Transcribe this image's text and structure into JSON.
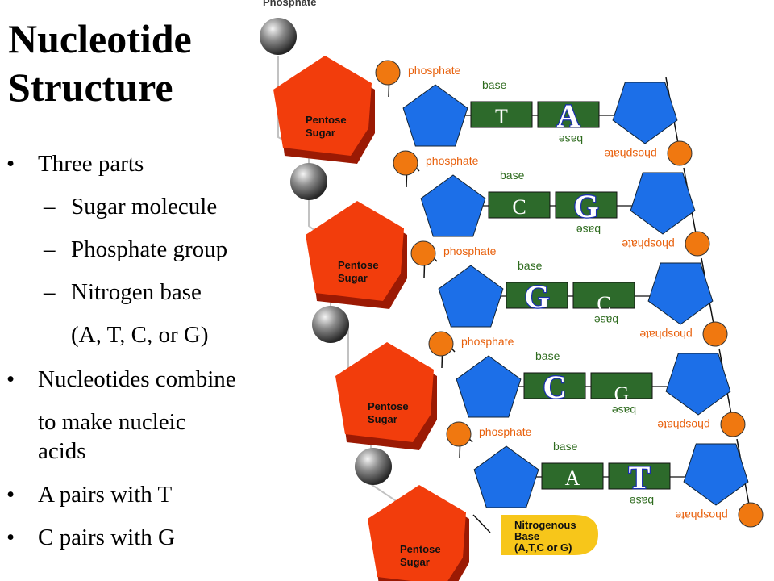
{
  "slide": {
    "title_lines": [
      "Nucleotide",
      "Structure"
    ],
    "bullets": [
      {
        "level": 1,
        "marker": "•",
        "text": "Three parts"
      },
      {
        "level": 2,
        "marker": "–",
        "text": "Sugar molecule"
      },
      {
        "level": 2,
        "marker": "–",
        "text": "Phosphate group"
      },
      {
        "level": 2,
        "marker": "–",
        "text": "Nitrogen base"
      },
      {
        "level": 3,
        "marker": "",
        "text": "(A, T, C, or G)"
      },
      {
        "level": 1,
        "marker": "•",
        "text": "Nucleotides combine"
      },
      {
        "level": 4,
        "marker": "",
        "text": "to make nucleic"
      },
      {
        "level": 4,
        "marker": "",
        "text": "acids"
      },
      {
        "level": 1,
        "marker": "•",
        "text": "A pairs with T"
      },
      {
        "level": 1,
        "marker": "•",
        "text": "C pairs with G"
      }
    ]
  },
  "diagram": {
    "top_label": "Phosphate",
    "phosphate_label": "phosphate",
    "base_label": "base",
    "sugar_label_lines": [
      "Pentose",
      "Sugar"
    ],
    "nitrogenous_base_label_lines": [
      "Nitrogenous",
      "Base",
      "(A,T,C or G)"
    ],
    "rungs": [
      {
        "left_letter": "T",
        "right_letter": "A"
      },
      {
        "left_letter": "C",
        "right_letter": "G"
      },
      {
        "left_letter": "G",
        "right_letter": "C"
      },
      {
        "left_letter": "C",
        "right_letter": "G"
      },
      {
        "left_letter": "A",
        "right_letter": "T"
      }
    ],
    "colors": {
      "sugar_red": "#f23d0c",
      "sugar_dark": "#9b1a04",
      "pentagon_blue": "#1c6fe8",
      "phosphate_orange": "#f07810",
      "base_green": "#2d6a2b",
      "letter_outline": "#1a2fb0",
      "nitro_yellow": "#f7c61a"
    }
  }
}
